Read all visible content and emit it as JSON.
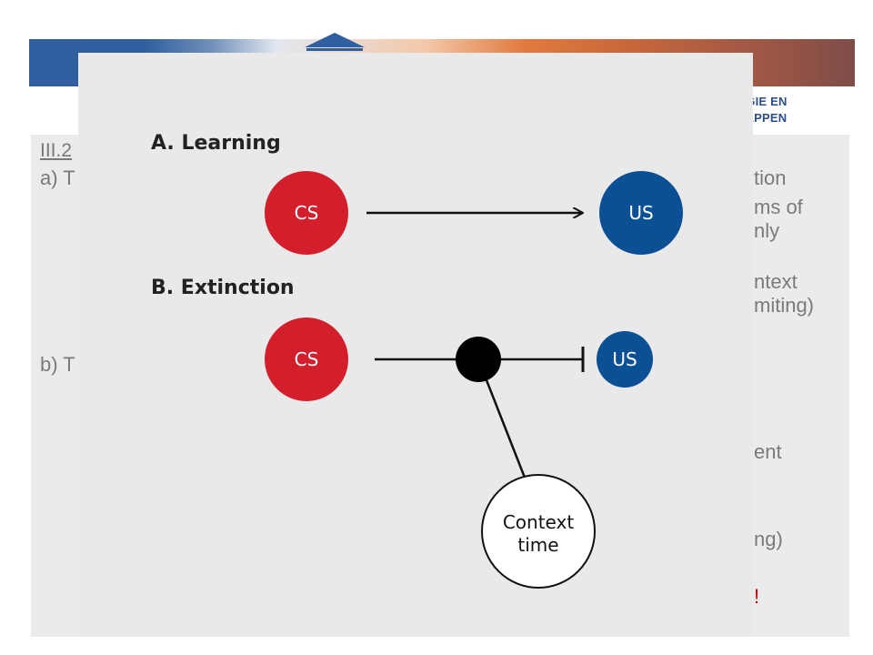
{
  "header": {
    "faculty_line1": "OGIE EN",
    "faculty_line2": "HAPPEN"
  },
  "slide": {
    "section_fragment": "III.2",
    "line_a_start": "a) T",
    "line_b_start": "b) T",
    "right_fragments": [
      "tion",
      "ms of",
      "nly",
      "ntext",
      "miting)",
      "ent",
      "ng)",
      "!"
    ]
  },
  "diagram": {
    "panel_a_title": "A. Learning",
    "panel_b_title": "B. Extinction",
    "cs_label": "CS",
    "us_label": "US",
    "context_line1": "Context",
    "context_line2": "time",
    "colors": {
      "cs": "#d31f2b",
      "us": "#0b4f95",
      "context_fill": "#ffffff",
      "junction": "#000000",
      "background": "#e9e9ea"
    }
  }
}
